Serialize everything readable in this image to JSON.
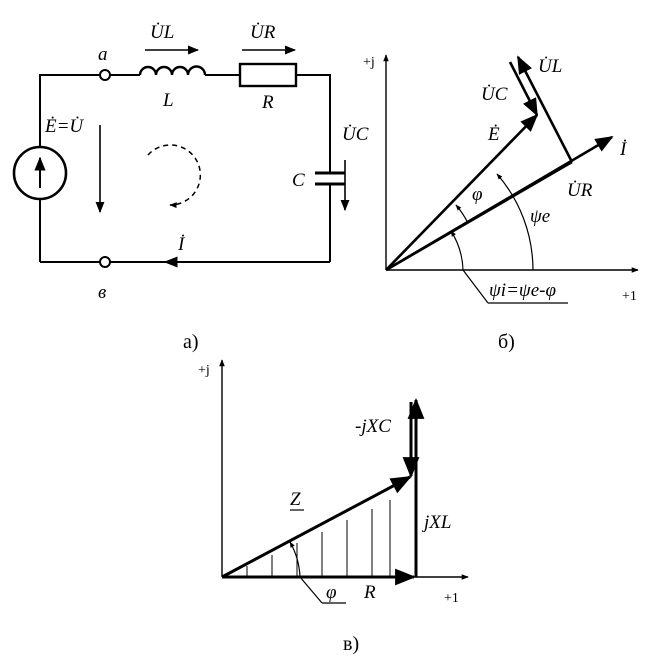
{
  "circuit": {
    "node_a": "a",
    "node_b": "в",
    "source_label": "Ė=U̇",
    "inductor": "L",
    "resistor": "R",
    "capacitor": "C",
    "voltage_L": "U̇L",
    "voltage_R": "U̇R",
    "voltage_C": "U̇C",
    "current": "İ",
    "caption": "а)"
  },
  "phasor": {
    "axis_j": "+j",
    "axis_1": "+1",
    "E": "Ė",
    "I": "İ",
    "UL": "U̇L",
    "UC": "U̇C",
    "UR": "U̇R",
    "phi": "φ",
    "psi_e": "ψe",
    "psi_i_eq": "ψi=ψe-φ",
    "caption": "б)"
  },
  "impedance": {
    "axis_j": "+j",
    "axis_1": "+1",
    "Z": "Z",
    "R": "R",
    "jXL": "jXL",
    "jXC": "-jXC",
    "phi": "φ",
    "caption": "в)"
  }
}
